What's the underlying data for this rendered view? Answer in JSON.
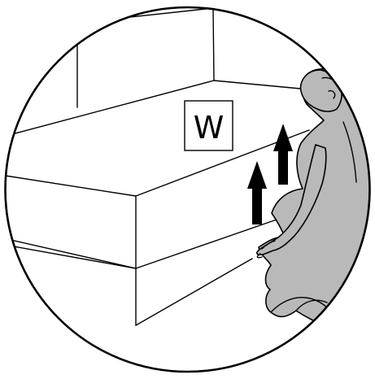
{
  "diagram": {
    "label": "W",
    "arrow_direction": "up",
    "arrow_count": 2,
    "colors": {
      "outline": "#000000",
      "figure_fill": "#b9b9b9",
      "background": "#ffffff",
      "arrow": "#000000"
    },
    "icons": [
      "person-kneeling-icon",
      "lift-arrow-icon"
    ]
  }
}
